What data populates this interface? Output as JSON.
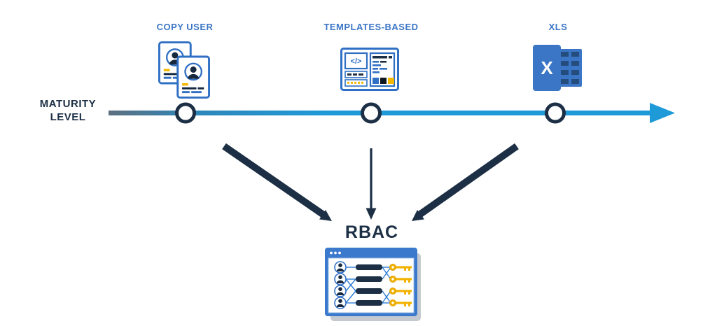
{
  "axis": {
    "label_line1": "MATURITY",
    "label_line2": "LEVEL"
  },
  "timeline": {
    "stages": [
      {
        "label": "COPY USER",
        "icon": "copy-user-id-cards-icon"
      },
      {
        "label": "TEMPLATES-BASED",
        "icon": "code-template-window-icon",
        "code_glyph": "</>"
      },
      {
        "label": "XLS",
        "icon": "xls-spreadsheet-icon",
        "xls_glyph": "X"
      }
    ]
  },
  "destination": {
    "label": "RBAC",
    "icon": "rbac-user-role-permission-mapping-icon"
  },
  "colors": {
    "background": "#FFFFFF",
    "stage_label_blue": "#3B76C6",
    "navy": "#1C2F45",
    "timeline_blue": "#1F9AD8",
    "timeline_gradient_start": "#5E6F7E",
    "icon_border_blue": "#2F6FC4",
    "yellow": "#F5B700",
    "window_title_blue": "#3B79CC",
    "link_line_blue": "#2E7CD6"
  }
}
